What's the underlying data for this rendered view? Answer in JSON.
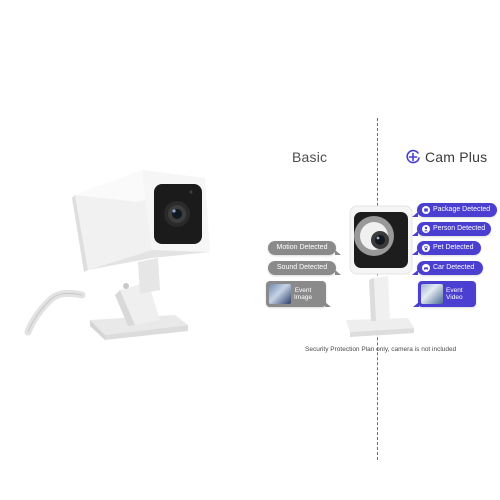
{
  "headings": {
    "basic": "Basic",
    "plus": "Cam Plus"
  },
  "basic_features": {
    "motion": "Motion Detected",
    "sound": "Sound Detected",
    "event_image": [
      "Event",
      "Image"
    ]
  },
  "plus_features": {
    "package": "Package Detected",
    "person": "Person Detected",
    "pet": "Pet Detected",
    "car": "Car Detected",
    "event_video": [
      "Event",
      "Video"
    ]
  },
  "footnote": "Security Protection Plan only, camera is not included",
  "colors": {
    "plus_accent": "#4b3fd1",
    "basic_grey": "#8a8a8a",
    "background": "#ffffff"
  },
  "icons": {
    "plus": "plus-circle-icon",
    "package": "package-icon",
    "person": "person-icon",
    "pet": "paw-icon",
    "car": "car-icon"
  }
}
